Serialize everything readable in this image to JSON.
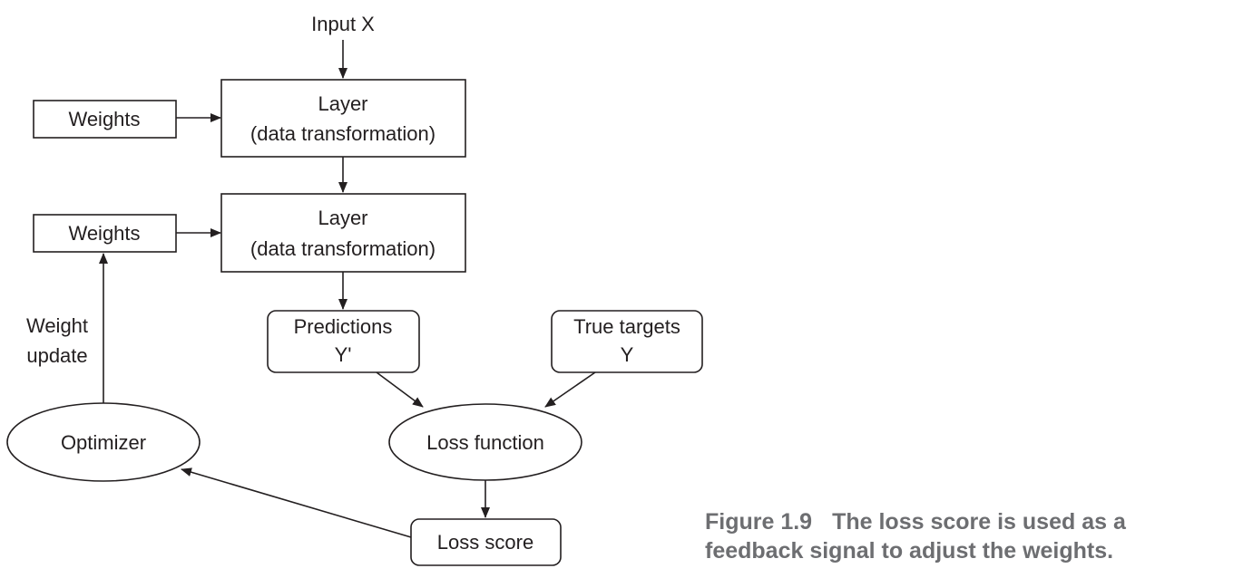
{
  "nodes": {
    "input": {
      "label": "Input X"
    },
    "weights1": {
      "label": "Weights"
    },
    "layer1": {
      "line1": "Layer",
      "line2": "(data transformation)"
    },
    "weights2": {
      "label": "Weights"
    },
    "layer2": {
      "line1": "Layer",
      "line2": "(data transformation)"
    },
    "predictions": {
      "line1": "Predictions",
      "line2": "Y'"
    },
    "true_targets": {
      "line1": "True targets",
      "line2": "Y"
    },
    "loss_function": {
      "label": "Loss function"
    },
    "optimizer": {
      "label": "Optimizer"
    },
    "loss_score": {
      "label": "Loss score"
    }
  },
  "edge_labels": {
    "weight_update": {
      "line1": "Weight",
      "line2": "update"
    }
  },
  "caption": {
    "number": "Figure 1.9",
    "line1": "The loss score is used as a",
    "line2": "feedback signal to adjust the weights."
  },
  "colors": {
    "stroke": "#231f20",
    "caption": "#6d6e71"
  }
}
